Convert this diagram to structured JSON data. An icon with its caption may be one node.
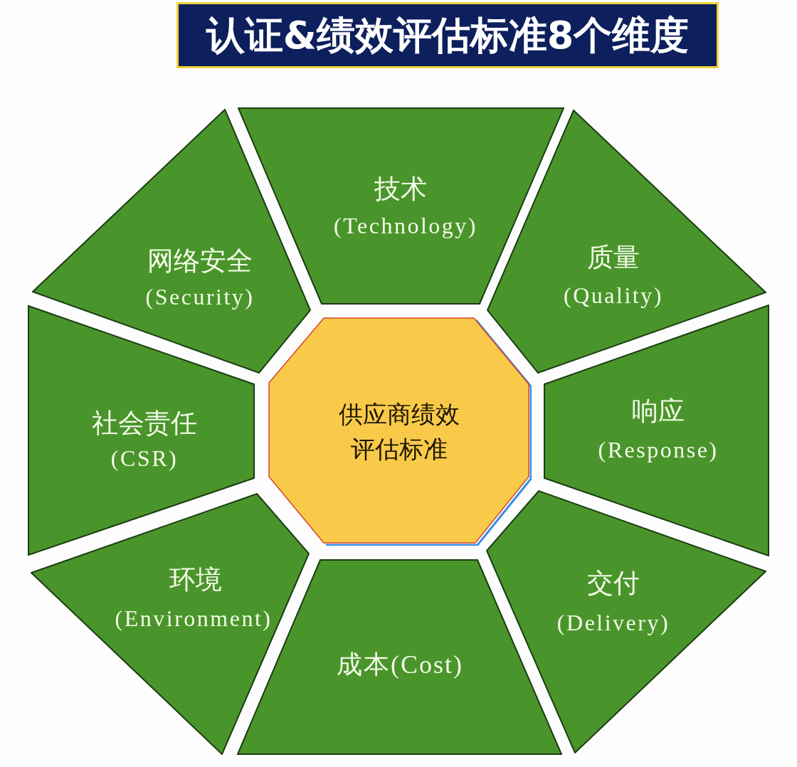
{
  "diagram": {
    "title": "认证&绩效评估标准8个维度",
    "nodes": [
      {
        "text": [
          "技术",
          "(Technology)"
        ]
      },
      {
        "text": [
          "网络安全",
          "(Security)"
        ]
      },
      {
        "text": [
          "质量",
          "(Quality)"
        ]
      },
      {
        "text": [
          "社会责任",
          "(CSR)"
        ]
      },
      {
        "text": [
          "供应商绩效评估标准"
        ]
      },
      {
        "text": [
          "响应",
          "(Response)"
        ]
      },
      {
        "text": [
          "环境",
          "(Environment)"
        ]
      },
      {
        "text": [
          "交付",
          "(Delivery)"
        ]
      },
      {
        "text": [
          "成本(Cost)"
        ]
      }
    ]
  }
}
